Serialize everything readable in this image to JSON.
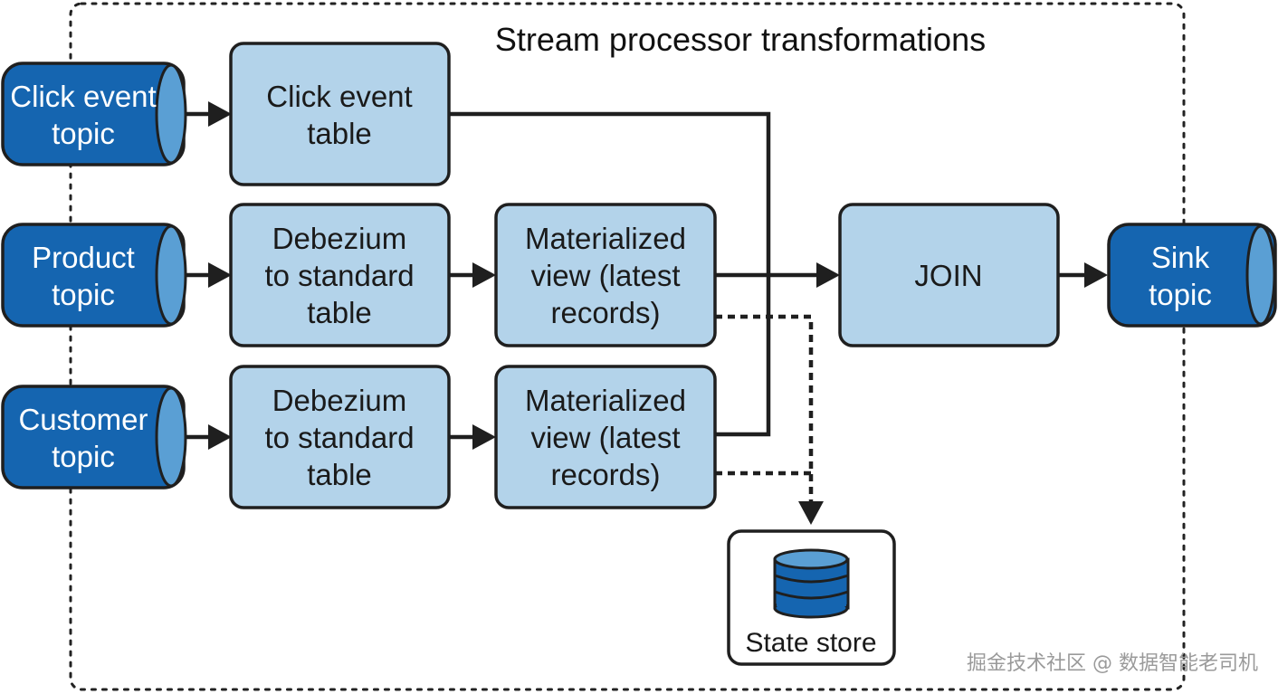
{
  "title": "Stream processor transformations",
  "colors": {
    "box_fill": "#b3d3ea",
    "topic_fill": "#1565b0",
    "topic_cap": "#5a9fd4",
    "stroke": "#1f1f1f"
  },
  "topics": {
    "click": [
      "Click event",
      "topic"
    ],
    "product": [
      "Product",
      "topic"
    ],
    "customer": [
      "Customer",
      "topic"
    ],
    "sink": [
      "Sink",
      "topic"
    ]
  },
  "boxes": {
    "click_table": [
      "Click event",
      "table"
    ],
    "product_debezium": [
      "Debezium",
      "to standard",
      "table"
    ],
    "customer_debezium": [
      "Debezium",
      "to standard",
      "table"
    ],
    "product_view": [
      "Materialized",
      "view (latest",
      "records)"
    ],
    "customer_view": [
      "Materialized",
      "view (latest",
      "records)"
    ],
    "join": [
      "JOIN"
    ]
  },
  "state_store": {
    "label": "State store",
    "icon": "database-icon"
  },
  "watermark": "掘金技术社区 @ 数据智能老司机"
}
